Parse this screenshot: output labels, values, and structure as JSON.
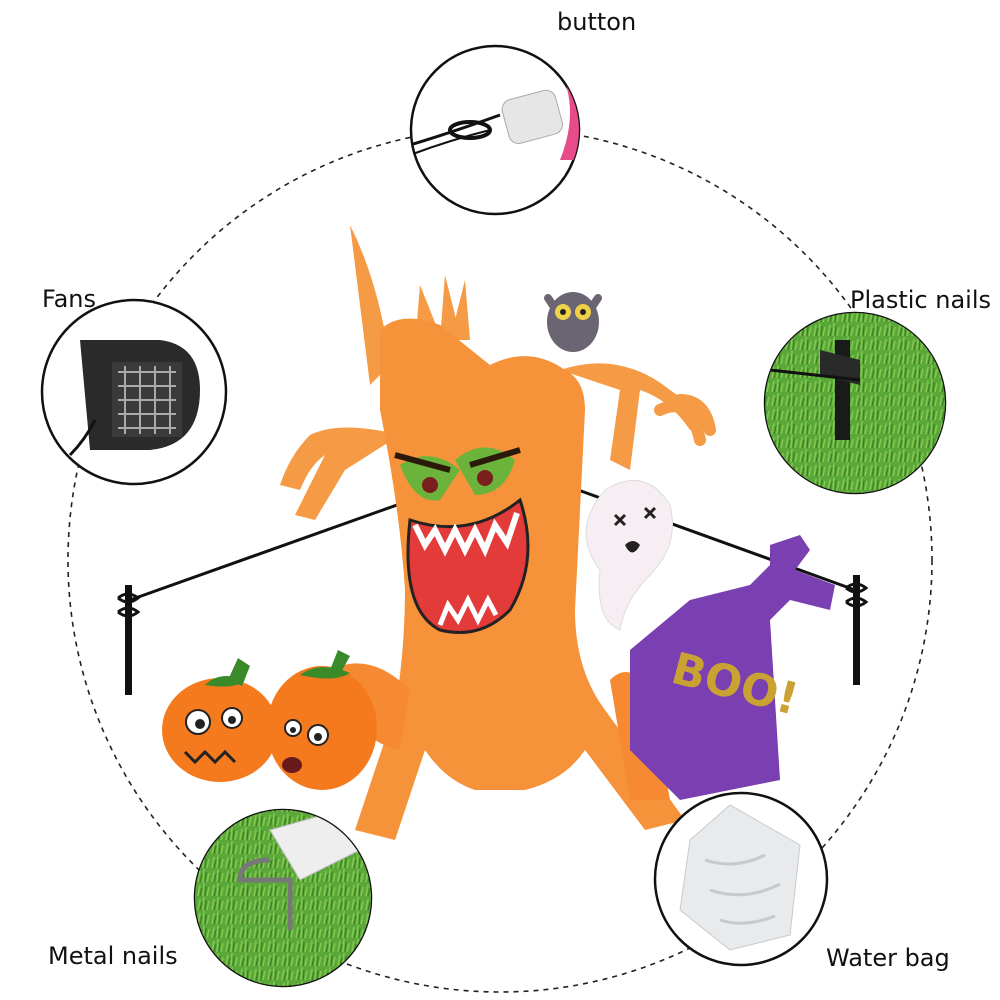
{
  "labels": {
    "button": "button",
    "fans": "Fans",
    "plastic_nails": "Plastic nails",
    "metal_nails": "Metal nails",
    "water_bag": "Water bag"
  },
  "product": {
    "tombstone_text": "BOO!"
  },
  "icons": [
    "tether-button-icon",
    "blower-fan-icon",
    "plastic-stake-icon",
    "metal-stake-icon",
    "water-bag-icon",
    "pumpkin-icon",
    "ghost-icon",
    "owl-icon",
    "tombstone-icon",
    "tree-monster-icon"
  ],
  "colors": {
    "tree_orange": "#f5923a",
    "pumpkin_orange": "#f57a1e",
    "tombstone_purple": "#7a3fb0",
    "text_gold": "#c9a233",
    "grass_green": "#5aa83a"
  }
}
